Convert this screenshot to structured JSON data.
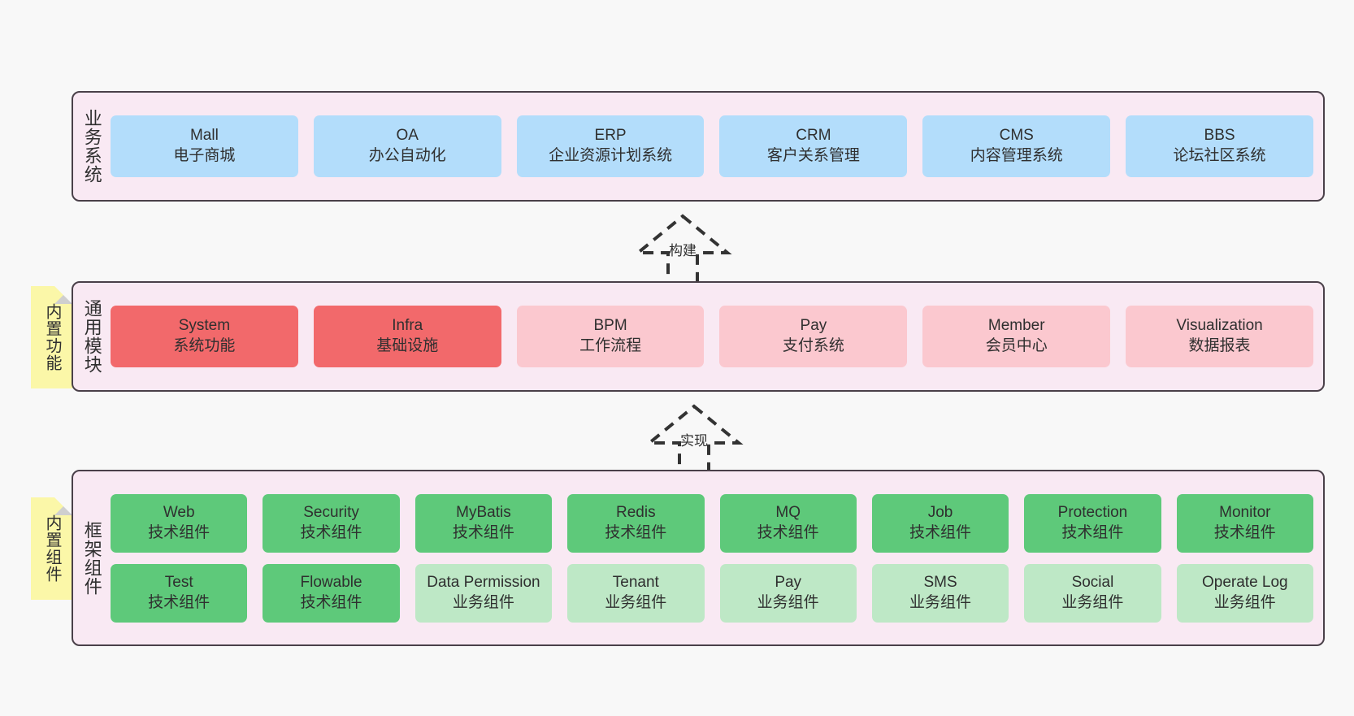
{
  "diagram": {
    "background": "#f8f8f8",
    "panel_bg": "#f9e9f3",
    "panel_border": "#4a4049",
    "colors": {
      "business": "#b3ddfb",
      "module_core": "#f2696b",
      "module_optional": "#fbc8cf",
      "tech_component": "#5ec97a",
      "business_component": "#bee8c6",
      "sticky": "#fbf7a8"
    }
  },
  "layers": {
    "business": {
      "title": "业务系统",
      "cards": [
        {
          "en": "Mall",
          "cn": "电子商城"
        },
        {
          "en": "OA",
          "cn": "办公自动化"
        },
        {
          "en": "ERP",
          "cn": "企业资源计划系统"
        },
        {
          "en": "CRM",
          "cn": "客户关系管理"
        },
        {
          "en": "CMS",
          "cn": "内容管理系统"
        },
        {
          "en": "BBS",
          "cn": "论坛社区系统"
        }
      ]
    },
    "modules": {
      "title": "通用模块",
      "sticky": "内置功能",
      "cards": [
        {
          "en": "System",
          "cn": "系统功能"
        },
        {
          "en": "Infra",
          "cn": "基础设施"
        },
        {
          "en": "BPM",
          "cn": "工作流程"
        },
        {
          "en": "Pay",
          "cn": "支付系统"
        },
        {
          "en": "Member",
          "cn": "会员中心"
        },
        {
          "en": "Visualization",
          "cn": "数据报表"
        }
      ]
    },
    "framework": {
      "title": "框架组件",
      "sticky": "内置组件",
      "row1": [
        {
          "en": "Web",
          "cn": "技术组件"
        },
        {
          "en": "Security",
          "cn": "技术组件"
        },
        {
          "en": "MyBatis",
          "cn": "技术组件"
        },
        {
          "en": "Redis",
          "cn": "技术组件"
        },
        {
          "en": "MQ",
          "cn": "技术组件"
        },
        {
          "en": "Job",
          "cn": "技术组件"
        },
        {
          "en": "Protection",
          "cn": "技术组件"
        },
        {
          "en": "Monitor",
          "cn": "技术组件"
        }
      ],
      "row2": [
        {
          "en": "Test",
          "cn": "技术组件"
        },
        {
          "en": "Flowable",
          "cn": "技术组件"
        },
        {
          "en": "Data Permission",
          "cn": "业务组件"
        },
        {
          "en": "Tenant",
          "cn": "业务组件"
        },
        {
          "en": "Pay",
          "cn": "业务组件"
        },
        {
          "en": "SMS",
          "cn": "业务组件"
        },
        {
          "en": "Social",
          "cn": "业务组件"
        },
        {
          "en": "Operate Log",
          "cn": "业务组件"
        }
      ]
    }
  },
  "connectors": [
    {
      "label": "构建",
      "from": "通用模块",
      "to": "业务系统"
    },
    {
      "label": "实现",
      "from": "框架组件",
      "to": "通用模块"
    }
  ]
}
